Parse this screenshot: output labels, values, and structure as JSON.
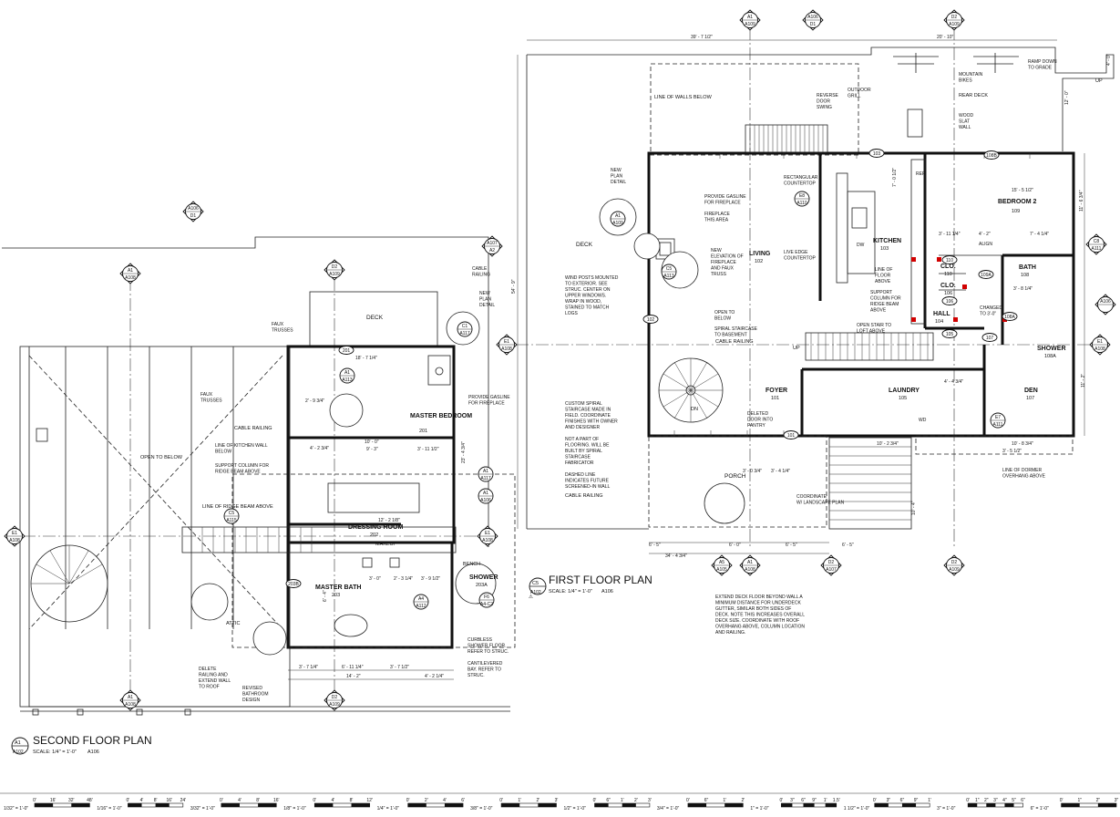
{
  "plans": {
    "second": {
      "title": "SECOND FLOOR PLAN",
      "scale": "SCALE:  1/4\" = 1'-0\"",
      "ref": "A106",
      "tag_num": "A1",
      "tag_sheet": "A102"
    },
    "first": {
      "title": "FIRST FLOOR PLAN",
      "scale": "SCALE:  1/4\" = 1'-0\"",
      "ref": "A106",
      "tag_num": "C5",
      "tag_sheet": "A102"
    }
  },
  "rooms": {
    "bedroom2": {
      "name": "BEDROOM 2",
      "num": "109"
    },
    "kitchen": {
      "name": "KITCHEN",
      "num": "103"
    },
    "living": {
      "name": "LIVING",
      "num": "102"
    },
    "bath": {
      "name": "BATH",
      "num": "108"
    },
    "clo1": {
      "name": "CLO.",
      "num": "110"
    },
    "clo2": {
      "name": "CLO.",
      "num": "106"
    },
    "hall": {
      "name": "HALL",
      "num": "104"
    },
    "shower1": {
      "name": "SHOWER",
      "num": "108A"
    },
    "foyer": {
      "name": "FOYER",
      "num": "101"
    },
    "laundry": {
      "name": "LAUNDRY",
      "num": "105"
    },
    "den": {
      "name": "DEN",
      "num": "107"
    },
    "master_bedroom": {
      "name": "MASTER\nBEDROOM",
      "num": "201"
    },
    "dressing": {
      "name": "DRESSING ROOM",
      "num": "202"
    },
    "master_bath": {
      "name": "MASTER BATH",
      "num": "203"
    },
    "shower2": {
      "name": "SHOWER",
      "num": "203A"
    }
  },
  "labels": {
    "deck_upper": "DECK",
    "deck_lower": "DECK",
    "porch": "PORCH",
    "attic": "ATTIC",
    "bench": "BENCH",
    "makeup": "MAKEUP",
    "open_below": "OPEN TO BELOW",
    "rear_deck": "REAR DECK",
    "outdoor_grill": "OUTDOOR\nGRILL",
    "mountain_bikes": "MOUNTAIN\nBIKES",
    "ramp_down": "RAMP DOWN\nTO GRADE",
    "wood_slat": "WOOD\nSLAT\nWALL",
    "reverse_door": "REVERSE\nDOOR\nSWING",
    "line_walls_below": "LINE OF WALLS BELOW",
    "new_plan_detail": "NEW\nPLAN\nDETAIL",
    "provide_gasline_1": "PROVIDE GASLINE\nFOR FIREPLACE",
    "fireplace_area": "FIREPLACE\nTHIS AREA",
    "new_elevation": "NEW\nELEVATION OF\nFIREPLACE\nAND FAUX\nTRUSS",
    "rect_countertop": "RECTANGULAR\nCOUNTERTOP",
    "live_edge": "LIVE EDGE\nCOUNTERTOP",
    "line_floor_above": "LINE OF\nFLOOR\nABOVE",
    "support_column": "SUPPORT\nCOLUMN FOR\nRIDGE BEAM\nABOVE",
    "align": "ALIGN",
    "changed": "CHANGED\nTO 3'-0\"",
    "wind_posts": "WIND POSTS MOUNTED\nTO EXTERIOR. SEE\nSTRUC. CENTER ON\nUPPER WINDOWS.\nWRAP IN WOOD,\nSTAINED TO MATCH\nLOGS",
    "open_to_below": "OPEN TO\nBELOW",
    "spiral_basement": "SPIRAL STAIRCASE\nTO BASEMENT",
    "cable_railing_1": "CABLE RAILING",
    "open_stair_loft": "OPEN STAIR TO\nLOFT ABOVE",
    "custom_spiral": "CUSTOM SPIRAL\nSTAIRCASE MADE IN\nFIELD. COORDINATE\nFINISHES WITH OWNER\nAND DESIGNER",
    "not_part_flooring": "NOT A PART OF\nFLOORING. WILL BE\nBUILT BY SPIRAL\nSTAIRCASE\nFABRICATOR",
    "dashed_line_future": "DASHED LINE\nINDICATES FUTURE\nSCREENED-IN WALL",
    "cable_railing_2": "CABLE RAILING",
    "deleted_door": "DELETED\nDOOR INTO\nPANTRY",
    "coordinate_landscape": "COORDINATE\nW/ LANDSCAPE PLAN",
    "line_dormer": "LINE OF DORMER\nOVERHANG ABOVE",
    "extend_deck_note": "EXTEND DECK FLOOR BEYOND WALL A\nMINIMUM DISTANCE FOR UNDERDECK\nGUTTER, SIMILAR BOTH SIDES OF\nDECK. NOTE THIS INCREASES OVERALL\nDECK SIZE. COORDINATE WITH ROOF\nOVERHANG ABOVE, COLUMN LOCATION\nAND RAILING.",
    "cable_railing_up": "CABLE\nRAILING",
    "new_plan_detail_2": "NEW\nPLAN\nDETAIL",
    "faux_trusses_1": "FAUX\nTRUSSES",
    "faux_trusses_2": "FAUX\nTRUSSES",
    "provide_gasline_2": "PROVIDE GASLINE\nFOR FIREPLACE",
    "cable_railing_3": "CABLE RAILING",
    "line_kitchen_wall": "LINE OF KITCHEN WALL\nBELOW",
    "support_col_2": "SUPPORT COLUMN FOR\nRIDGE BEAM ABOVE",
    "line_ridge": "LINE OF RIDGE BEAM ABOVE",
    "delete_railing": "DELETE\nRAILING AND\nEXTEND WALL\nTO ROOF",
    "revised_bath": "REVISED\nBATHROOM\nDESIGN",
    "curbless": "CURBLESS\nSHOWER FLOOR.\nREFER TO STRUC.",
    "cantilevered": "CANTILEVERED\nBAY. REFER TO\nSTRUC.",
    "up1": "UP",
    "up2": "UP",
    "dn": "DN",
    "ref": "REF",
    "dw": "DW",
    "wd": "WD"
  },
  "dims": {
    "d_39_7": "39' - 7 1/2\"",
    "d_20_10": "20' - 10\"",
    "d_4_0": "4' - 0\"",
    "d_12_0": "12' - 0\"",
    "d_54_9": "54' - 9\"",
    "d_15_5": "15' - 5 1/2\"",
    "d_11_6": "11' - 6 3/4\"",
    "d_7_0": "7' - 0 1/2\"",
    "d_3_11": "3' - 11 1/4\"",
    "d_4_2": "4' - 2\"",
    "d_7_4": "7' - 4 1/4\"",
    "d_3_8": "3' - 8 1/4\"",
    "d_10_2": "10' - 2 3/4\"",
    "d_4_4": "4' - 4 3/4\"",
    "d_10_8": "10' - 8 3/4\"",
    "d_11_2": "11' - 2\"",
    "d_3_5": "3' - 5 1/2\"",
    "d_10_4": "10' - 4\"",
    "d_6_5a": "6' - 5\"",
    "d_6_0": "6' - 0\"",
    "d_6_5b": "6' - 5\"",
    "d_6_5c": "6' - 5\"",
    "d_34_4": "34' - 4 3/4\"",
    "d_3_0_3": "3' - 0 3/4\"",
    "d_3_4": "3' - 4 1/4\"",
    "d_18_7": "18' - 7 1/4\"",
    "d_2_9": "2' - 9 3/4\"",
    "d_10_0": "10' - 0\"",
    "d_4_2_3": "4' - 2 3/4\"",
    "d_9_3": "9' - 3\"",
    "d_3_11b": "3' - 11 1/2\"",
    "d_23_4": "23' - 4 3/4\"",
    "d_12_2": "12' - 2 1/8\"",
    "d_3_7": "3' - 7 1/4\"",
    "d_6_11": "6' - 11 1/4\"",
    "d_3_7b": "3' - 7 1/2\"",
    "d_14_2": "14' - 2\"",
    "d_4_2b": "4' - 2 1/4\"",
    "d_3_0": "3' - 0\"",
    "d_2_3": "2' - 3 1/4\"",
    "d_3_9": "3' - 9 1/2\"",
    "d_6_4": "6' - 4\""
  },
  "grid_tags": [
    {
      "id": "g1",
      "num": "A1",
      "sheet": "A109"
    },
    {
      "id": "g2",
      "num": "A106",
      "sheet": "D1"
    },
    {
      "id": "g3",
      "num": "D2",
      "sheet": "A109"
    },
    {
      "id": "g4",
      "num": "E1",
      "sheet": "A108"
    },
    {
      "id": "g5",
      "num": "E1",
      "sheet": "A108"
    },
    {
      "id": "g6",
      "num": "A1",
      "sheet": "A108"
    },
    {
      "id": "g7",
      "num": "D2",
      "sheet": "A109"
    },
    {
      "id": "g8",
      "num": "A1",
      "sheet": "A108"
    },
    {
      "id": "g9",
      "num": "D2",
      "sheet": "A109"
    },
    {
      "id": "g10",
      "num": "E1",
      "sheet": "A108"
    },
    {
      "id": "g11",
      "num": "E1",
      "sheet": "A108"
    },
    {
      "id": "g12",
      "num": "A1",
      "sheet": "A108"
    },
    {
      "id": "g13",
      "num": "D2",
      "sheet": "A109"
    },
    {
      "id": "g14",
      "num": "A106",
      "sheet": "D1"
    },
    {
      "id": "g15",
      "num": "A107",
      "sheet": "A2"
    },
    {
      "id": "g16",
      "num": "C8",
      "sheet": "A111"
    },
    {
      "id": "g17",
      "num": "A106",
      "sheet": ""
    },
    {
      "id": "g18",
      "num": "A5",
      "sheet": "A105"
    },
    {
      "id": "g19",
      "num": "D2",
      "sheet": "A107"
    }
  ],
  "detail_tags": [
    {
      "id": "d1",
      "num": "A1",
      "sheet": "A109"
    },
    {
      "id": "d2",
      "num": "E8",
      "sheet": "A110"
    },
    {
      "id": "d3",
      "num": "C5",
      "sheet": "A113"
    },
    {
      "id": "d4",
      "num": "E7",
      "sheet": "A111"
    },
    {
      "id": "d5",
      "num": "C1",
      "sheet": "A117"
    },
    {
      "id": "d6",
      "num": "A1",
      "sheet": "A113"
    },
    {
      "id": "d7",
      "num": "A1",
      "sheet": "A117"
    },
    {
      "id": "d8",
      "num": "A1",
      "sheet": "A106"
    },
    {
      "id": "d9",
      "num": "C5",
      "sheet": "A115"
    },
    {
      "id": "d10",
      "num": "A4",
      "sheet": "A112"
    },
    {
      "id": "d11",
      "num": "F6",
      "sheet": "A4-C2"
    }
  ],
  "door_tags": [
    "103",
    "108B",
    "102",
    "101",
    "105",
    "107",
    "109A",
    "110",
    "106",
    "108A",
    "201",
    "203B"
  ],
  "scale_bar": [
    {
      "label": "1/32\" = 1'-0\"",
      "ticks": [
        "0'",
        "16'",
        "32'",
        "48'"
      ]
    },
    {
      "label": "1/16\" = 1'-0\"",
      "ticks": [
        "0'",
        "4'",
        "8'",
        "16'",
        "24'"
      ]
    },
    {
      "label": "3/32\" = 1'-0\"",
      "ticks": [
        "0'",
        "4'",
        "8'",
        "16'"
      ]
    },
    {
      "label": "1/8\" = 1'-0\"",
      "ticks": [
        "0'",
        "4'",
        "8'",
        "12'"
      ]
    },
    {
      "label": "1/4\" = 1'-0\"",
      "ticks": [
        "0'",
        "2'",
        "4'",
        "6'"
      ]
    },
    {
      "label": "3/8\" = 1'-0\"",
      "ticks": [
        "0'",
        "1'",
        "2'",
        "3'"
      ]
    },
    {
      "label": "1/2\" = 1'-0\"",
      "ticks": [
        "0'",
        "6\"",
        "1'",
        "2'",
        "3'"
      ]
    },
    {
      "label": "3/4\" = 1'-0\"",
      "ticks": [
        "0'",
        "6\"",
        "1'",
        "2'"
      ]
    },
    {
      "label": "1\" = 1'-0\"",
      "ticks": [
        "0'",
        "3\"",
        "6\"",
        "9\"",
        "1'",
        "1.5'"
      ]
    },
    {
      "label": "1 1/2\" = 1'-0\"",
      "ticks": [
        "0'",
        "3\"",
        "6\"",
        "9\"",
        "1'"
      ]
    },
    {
      "label": "3\" = 1'-0\"",
      "ticks": [
        "0'",
        "1\"",
        "2\"",
        "3\"",
        "4\"",
        "5\"",
        "6\""
      ]
    },
    {
      "label": "6\" = 1'-0\"",
      "ticks": [
        "0'",
        "1\"",
        "2\"",
        "3\""
      ]
    }
  ]
}
